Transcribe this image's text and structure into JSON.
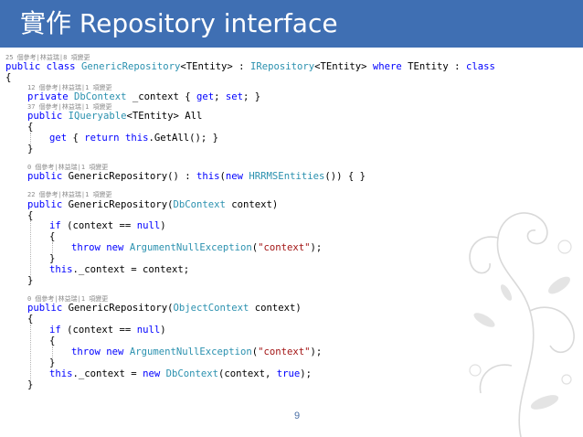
{
  "slide": {
    "title": "實作 Repository interface",
    "page_number": "9"
  },
  "colors": {
    "title_bar": "#3f6fb3",
    "keyword": "#0000ff",
    "type": "#2b91af",
    "string": "#a31515",
    "codelens": "#8a8a8a"
  },
  "code": {
    "lines": [
      {
        "kind": "lens",
        "indent": 0,
        "text": "25 個參考|林益瑞|8 項變更"
      },
      {
        "kind": "code",
        "indent": 0,
        "tokens": [
          [
            "kw",
            "public"
          ],
          [
            "p",
            " "
          ],
          [
            "kw",
            "class"
          ],
          [
            "p",
            " "
          ],
          [
            "ty",
            "GenericRepository"
          ],
          [
            "p",
            "<TEntity> : "
          ],
          [
            "ty",
            "IRepository"
          ],
          [
            "p",
            "<TEntity> "
          ],
          [
            "kw",
            "where"
          ],
          [
            "p",
            " TEntity : "
          ],
          [
            "kw",
            "class"
          ]
        ]
      },
      {
        "kind": "code",
        "indent": 0,
        "tokens": [
          [
            "p",
            "{"
          ]
        ]
      },
      {
        "kind": "lens",
        "indent": 1,
        "text": "12 個參考|林益瑞|1 項變更"
      },
      {
        "kind": "code",
        "indent": 1,
        "tokens": [
          [
            "kw",
            "private"
          ],
          [
            "p",
            " "
          ],
          [
            "ty",
            "DbContext"
          ],
          [
            "p",
            " _context { "
          ],
          [
            "kw",
            "get"
          ],
          [
            "p",
            "; "
          ],
          [
            "kw",
            "set"
          ],
          [
            "p",
            "; }"
          ]
        ]
      },
      {
        "kind": "lens",
        "indent": 1,
        "text": "37 個參考|林益瑞|1 項變更"
      },
      {
        "kind": "code",
        "indent": 1,
        "tokens": [
          [
            "kw",
            "public"
          ],
          [
            "p",
            " "
          ],
          [
            "ty",
            "IQueryable"
          ],
          [
            "p",
            "<TEntity> All"
          ]
        ]
      },
      {
        "kind": "code",
        "indent": 1,
        "tokens": [
          [
            "p",
            "{"
          ]
        ]
      },
      {
        "kind": "code",
        "indent": 2,
        "tokens": [
          [
            "kw",
            "get"
          ],
          [
            "p",
            " { "
          ],
          [
            "kw",
            "return"
          ],
          [
            "p",
            " "
          ],
          [
            "kw",
            "this"
          ],
          [
            "p",
            ".GetAll(); }"
          ]
        ]
      },
      {
        "kind": "code",
        "indent": 1,
        "tokens": [
          [
            "p",
            "}"
          ]
        ]
      },
      {
        "kind": "blank"
      },
      {
        "kind": "lens",
        "indent": 1,
        "text": "0 個參考|林益瑞|1 項變更"
      },
      {
        "kind": "code",
        "indent": 1,
        "tokens": [
          [
            "kw",
            "public"
          ],
          [
            "p",
            " GenericRepository() : "
          ],
          [
            "kw",
            "this"
          ],
          [
            "p",
            "("
          ],
          [
            "kw",
            "new"
          ],
          [
            "p",
            " "
          ],
          [
            "ty",
            "HRRMSEntities"
          ],
          [
            "p",
            "()) { }"
          ]
        ]
      },
      {
        "kind": "blank"
      },
      {
        "kind": "lens",
        "indent": 1,
        "text": "22 個參考|林益瑞|1 項變更"
      },
      {
        "kind": "code",
        "indent": 1,
        "tokens": [
          [
            "kw",
            "public"
          ],
          [
            "p",
            " GenericRepository("
          ],
          [
            "ty",
            "DbContext"
          ],
          [
            "p",
            " context)"
          ]
        ]
      },
      {
        "kind": "code",
        "indent": 1,
        "tokens": [
          [
            "p",
            "{"
          ]
        ]
      },
      {
        "kind": "code",
        "indent": 2,
        "tokens": [
          [
            "kw",
            "if"
          ],
          [
            "p",
            " (context == "
          ],
          [
            "kw",
            "null"
          ],
          [
            "p",
            ")"
          ]
        ]
      },
      {
        "kind": "code",
        "indent": 2,
        "tokens": [
          [
            "p",
            "{"
          ]
        ]
      },
      {
        "kind": "code",
        "indent": 3,
        "tokens": [
          [
            "kw",
            "throw"
          ],
          [
            "p",
            " "
          ],
          [
            "kw",
            "new"
          ],
          [
            "p",
            " "
          ],
          [
            "ty",
            "ArgumentNullException"
          ],
          [
            "p",
            "("
          ],
          [
            "str",
            "\"context\""
          ],
          [
            "p",
            ");"
          ]
        ]
      },
      {
        "kind": "code",
        "indent": 2,
        "tokens": [
          [
            "p",
            "}"
          ]
        ]
      },
      {
        "kind": "code",
        "indent": 2,
        "tokens": [
          [
            "kw",
            "this"
          ],
          [
            "p",
            "._context = context;"
          ]
        ]
      },
      {
        "kind": "code",
        "indent": 1,
        "tokens": [
          [
            "p",
            "}"
          ]
        ]
      },
      {
        "kind": "blank"
      },
      {
        "kind": "lens",
        "indent": 1,
        "text": "0 個參考|林益瑞|1 項變更"
      },
      {
        "kind": "code",
        "indent": 1,
        "tokens": [
          [
            "kw",
            "public"
          ],
          [
            "p",
            " GenericRepository("
          ],
          [
            "ty",
            "ObjectContext"
          ],
          [
            "p",
            " context)"
          ]
        ]
      },
      {
        "kind": "code",
        "indent": 1,
        "tokens": [
          [
            "p",
            "{"
          ]
        ]
      },
      {
        "kind": "code",
        "indent": 2,
        "tokens": [
          [
            "kw",
            "if"
          ],
          [
            "p",
            " (context == "
          ],
          [
            "kw",
            "null"
          ],
          [
            "p",
            ")"
          ]
        ]
      },
      {
        "kind": "code",
        "indent": 2,
        "tokens": [
          [
            "p",
            "{"
          ]
        ]
      },
      {
        "kind": "code",
        "indent": 3,
        "tokens": [
          [
            "kw",
            "throw"
          ],
          [
            "p",
            " "
          ],
          [
            "kw",
            "new"
          ],
          [
            "p",
            " "
          ],
          [
            "ty",
            "ArgumentNullException"
          ],
          [
            "p",
            "("
          ],
          [
            "str",
            "\"context\""
          ],
          [
            "p",
            ");"
          ]
        ]
      },
      {
        "kind": "code",
        "indent": 2,
        "tokens": [
          [
            "p",
            "}"
          ]
        ]
      },
      {
        "kind": "code",
        "indent": 2,
        "tokens": [
          [
            "kw",
            "this"
          ],
          [
            "p",
            "._context = "
          ],
          [
            "kw",
            "new"
          ],
          [
            "p",
            " "
          ],
          [
            "ty",
            "DbContext"
          ],
          [
            "p",
            "(context, "
          ],
          [
            "kw",
            "true"
          ],
          [
            "p",
            ");"
          ]
        ]
      },
      {
        "kind": "code",
        "indent": 1,
        "tokens": [
          [
            "p",
            "}"
          ]
        ]
      }
    ]
  }
}
